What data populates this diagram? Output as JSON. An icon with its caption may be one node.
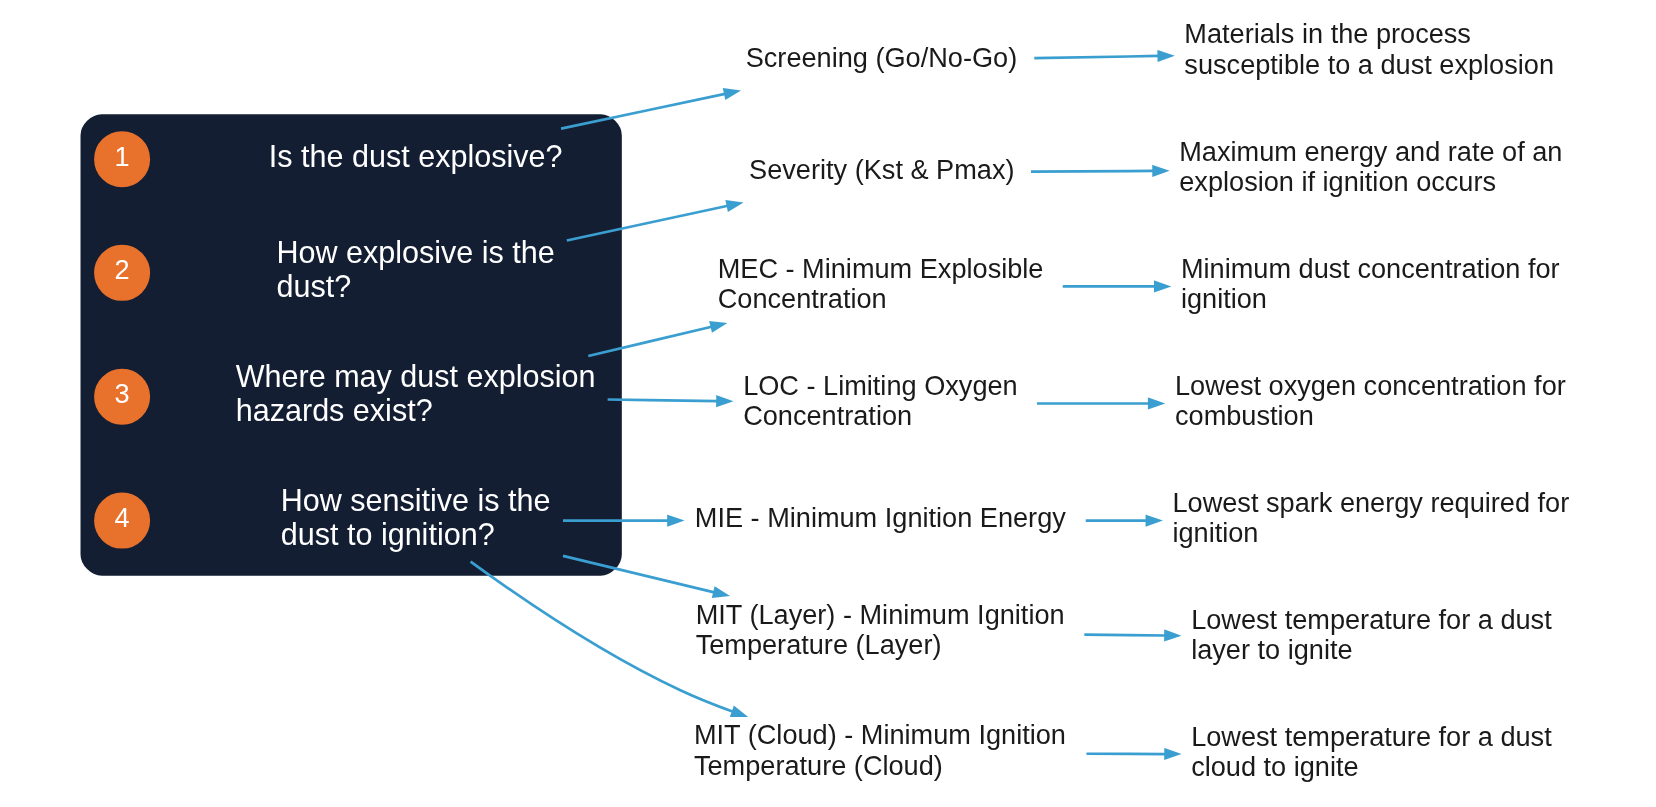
{
  "diagram": {
    "nodes": [
      {
        "text": [],
        "shape": "box"
      },
      {
        "text": [
          "1"
        ],
        "in": 0
      },
      {
        "text": [
          "Is the dust explosive?"
        ],
        "in": 0
      },
      {
        "text": [
          "2"
        ],
        "in": 0
      },
      {
        "text": [
          "How explosive is the dust?"
        ],
        "in": 0
      },
      {
        "text": [
          "3"
        ],
        "in": 0
      },
      {
        "text": [
          "Where may dust explosion hazards exist?"
        ],
        "in": 0
      },
      {
        "text": [
          "4"
        ],
        "in": 0
      },
      {
        "text": [
          "How sensitive is the dust to ignition?"
        ],
        "in": 0
      },
      {
        "text": [
          "Screening (Go/No-Go)"
        ]
      },
      {
        "text": [
          "Materials in the process susceptible to a dust explosion"
        ]
      },
      {
        "text": [
          "Severity (Kst & Pmax)"
        ]
      },
      {
        "text": [
          "Maximum energy and rate of an explosion if ignition occurs"
        ]
      },
      {
        "text": [
          "MEC - Minimum Explosible Concentration"
        ]
      },
      {
        "text": [
          "Minimum dust concentration for ignition"
        ]
      },
      {
        "text": [
          "LOC - Limiting Oxygen Concentration"
        ]
      },
      {
        "text": [
          "Lowest oxygen concentration for combustion"
        ]
      },
      {
        "text": [
          "MIE - Minimum Ignition Energy"
        ]
      },
      {
        "text": [
          "Lowest spark energy required for ignition"
        ]
      },
      {
        "text": [
          "MIT (Layer) - Minimum Ignition Temperature (Layer)"
        ]
      },
      {
        "text": [
          "Lowest temperature for a dust layer to ignite"
        ]
      },
      {
        "text": [
          "MIT (Cloud) - Minimum Ignition Temperature (Cloud)"
        ]
      },
      {
        "text": [
          "Lowest temperature for a dust cloud to ignite"
        ]
      }
    ],
    "edges": [
      {
        "from": 2,
        "to": 9,
        "arrow": "to"
      },
      {
        "from": 9,
        "to": 10,
        "arrow": "to"
      },
      {
        "from": 4,
        "to": 11,
        "arrow": "to"
      },
      {
        "from": 11,
        "to": 12,
        "arrow": "to"
      },
      {
        "from": 6,
        "to": 13,
        "arrow": "to"
      },
      {
        "from": 6,
        "to": 15,
        "arrow": "to"
      },
      {
        "from": 13,
        "to": 14,
        "arrow": "to"
      },
      {
        "from": 15,
        "to": 16,
        "arrow": "to"
      },
      {
        "from": 8,
        "to": 17,
        "arrow": "to"
      },
      {
        "from": 8,
        "to": 19,
        "arrow": "to"
      },
      {
        "from": 8,
        "to": 21,
        "arrow": "to"
      },
      {
        "from": 17,
        "to": 18,
        "arrow": "to"
      },
      {
        "from": 19,
        "to": 20,
        "arrow": "to"
      },
      {
        "from": 21,
        "to": 22,
        "arrow": "to"
      }
    ]
  }
}
